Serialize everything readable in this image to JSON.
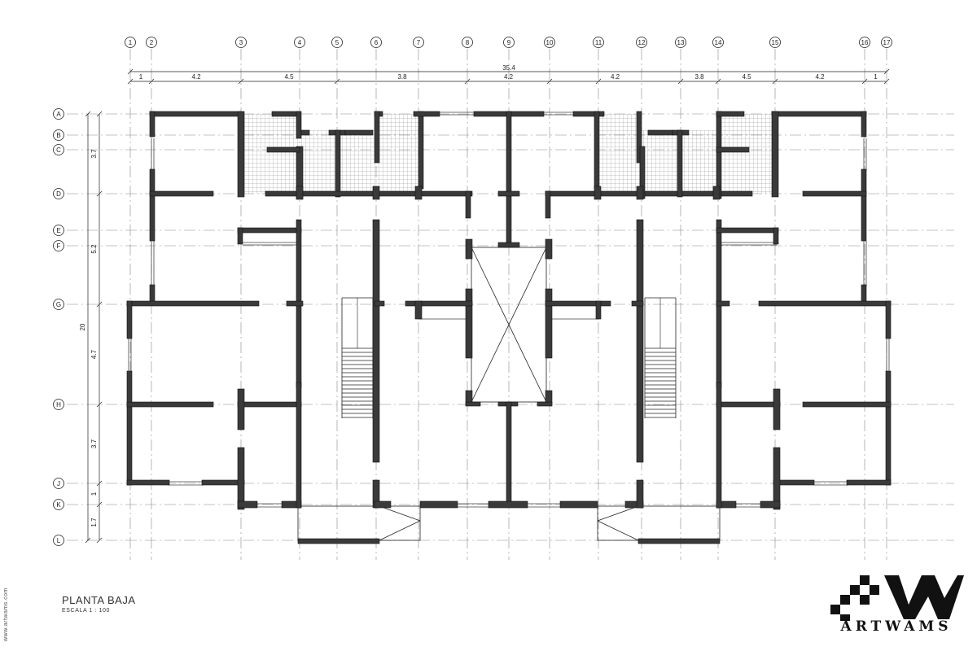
{
  "drawing": {
    "title": "PLANTA BAJA",
    "scale": "ESCALA 1 : 100",
    "website": "www.artwams.com"
  },
  "logo": {
    "text": "ARTWAMS",
    "icon": "artwams-logo-icon"
  },
  "grid": {
    "columns": [
      "1",
      "2",
      "3",
      "4",
      "5",
      "6",
      "7",
      "8",
      "9",
      "10",
      "11",
      "12",
      "13",
      "14",
      "15",
      "16",
      "17"
    ],
    "rows": [
      "A",
      "B",
      "C",
      "D",
      "E",
      "F",
      "G",
      "H",
      "J",
      "K",
      "L"
    ]
  },
  "dimensions": {
    "overall_horizontal": "35.4",
    "horizontal": [
      "1",
      "4.2",
      "4.5",
      "3.8",
      "4.2",
      "4.2",
      "3.8",
      "4.5",
      "4.2",
      "1"
    ],
    "overall_vertical": "20",
    "vertical": [
      "3.7",
      "5.2",
      "4.7",
      "3.7",
      "1",
      "1.7"
    ]
  },
  "colors": {
    "wall": "#3a3a3a",
    "line": "#222222",
    "grid": "#888888"
  }
}
